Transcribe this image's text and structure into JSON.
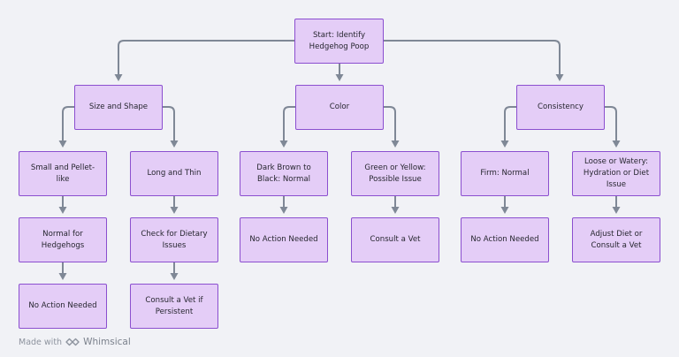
{
  "nodes": {
    "start": "Start: Identify Hedgehog Poop",
    "size_shape": "Size and Shape",
    "color": "Color",
    "consistency": "Consistency",
    "small_pellet": "Small and Pellet-like",
    "long_thin": "Long and Thin",
    "dark_brown": "Dark Brown to Black: Normal",
    "green_yellow": "Green or Yellow: Possible Issue",
    "firm": "Firm: Normal",
    "loose_watery": "Loose or Watery: Hydration or Diet Issue",
    "normal_hedgehogs": "Normal for Hedgehogs",
    "check_dietary": "Check for Dietary Issues",
    "no_action_color": "No Action Needed",
    "consult_vet_color": "Consult a Vet",
    "no_action_consistency": "No Action Needed",
    "adjust_diet": "Adjust Diet or Consult a Vet",
    "no_action_size": "No Action Needed",
    "consult_vet_persistent": "Consult a Vet if Persistent"
  },
  "footer": {
    "made_with": "Made with",
    "brand": "Whimsical"
  },
  "colors": {
    "node_fill": "#e4cdf7",
    "node_border": "#8b4fcf",
    "connector": "#7f8896",
    "background": "#f1f2f6"
  }
}
